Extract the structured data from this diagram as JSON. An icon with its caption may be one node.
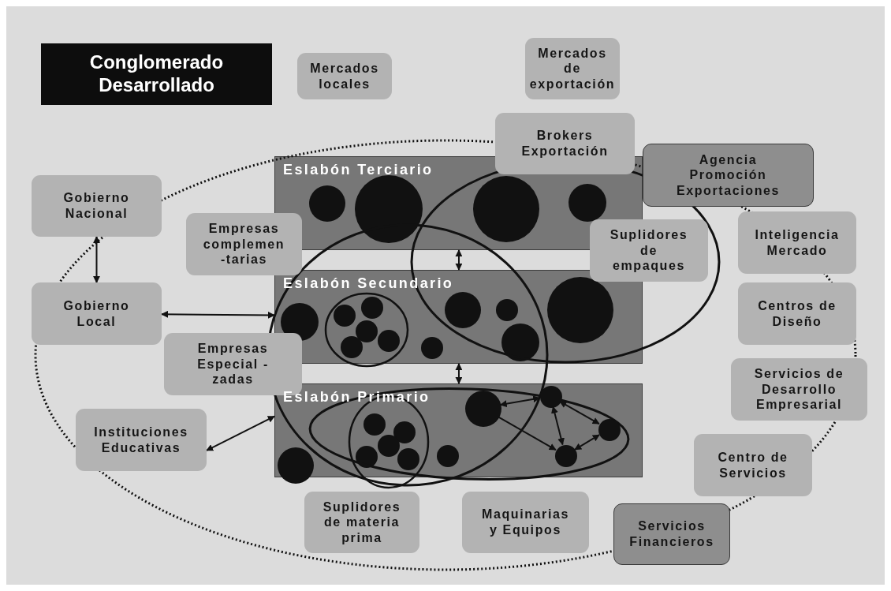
{
  "diagram": {
    "title": "Conglomerado Desarrollado",
    "nodes": [
      {
        "text": [
          "Mercados locales"
        ]
      },
      {
        "text": [
          "Mercados de exportación"
        ]
      },
      {
        "text": [
          "Brokers Exportación"
        ]
      },
      {
        "text": [
          "Agencia Promoción Exportaciones"
        ]
      },
      {
        "text": [
          "Eslabón Terciario"
        ]
      },
      {
        "text": [
          "Gobierno Nacional"
        ]
      },
      {
        "text": [
          "Empresas complemen -tarias"
        ]
      },
      {
        "text": [
          "Suplidores de empaques"
        ]
      },
      {
        "text": [
          "Inteligencia Mercado"
        ]
      },
      {
        "text": [
          "Eslabón Secundario"
        ]
      },
      {
        "text": [
          "Gobierno Local"
        ]
      },
      {
        "text": [
          "Centros de Diseño"
        ]
      },
      {
        "text": [
          "Empresas Especial - zadas"
        ]
      },
      {
        "text": [
          "Servicios de Desarrollo Empresarial"
        ]
      },
      {
        "text": [
          "Eslabón Primario"
        ]
      },
      {
        "text": [
          "Instituciones Educativas"
        ]
      },
      {
        "text": [],
        "shape": "circle",
        "in": 14
      },
      {
        "text": [],
        "shape": "circle",
        "in": 14
      },
      {
        "text": [],
        "shape": "circle",
        "in": 14
      },
      {
        "text": [],
        "shape": "circle",
        "in": 14
      },
      {
        "text": [
          "Centro de Servicios"
        ]
      },
      {
        "text": [
          "Suplidores de materia prima"
        ]
      },
      {
        "text": [
          "Maquinarias y Equipos"
        ]
      },
      {
        "text": [
          "Servicios Financieros"
        ]
      }
    ],
    "edges": [
      {
        "from": 5,
        "to": 10,
        "arrow": "both"
      },
      {
        "from": 10,
        "to": 9,
        "arrow": "both"
      },
      {
        "from": 15,
        "to": 14,
        "arrow": "both"
      },
      {
        "from": 4,
        "to": 9,
        "arrow": "both"
      },
      {
        "from": 9,
        "to": 14,
        "arrow": "both"
      },
      {
        "from": 16,
        "to": 17,
        "arrow": "both"
      },
      {
        "from": 17,
        "to": 18,
        "arrow": "both"
      },
      {
        "from": 17,
        "to": 19,
        "arrow": "both"
      },
      {
        "from": 16,
        "to": 19,
        "arrow": "to"
      },
      {
        "from": 18,
        "to": 19,
        "arrow": "both"
      }
    ]
  }
}
